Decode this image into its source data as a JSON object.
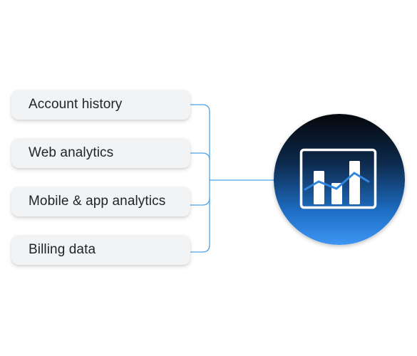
{
  "diagram": {
    "sources": [
      {
        "label": "Account history"
      },
      {
        "label": "Web analytics"
      },
      {
        "label": "Mobile & app analytics"
      },
      {
        "label": "Billing data"
      }
    ],
    "hub": {
      "icon": "bar-chart-icon"
    },
    "colors": {
      "connector": "#4aa3e8",
      "pill_background": "#f1f3f5",
      "hub_top": "#05070a",
      "hub_bottom": "#3e95f2",
      "icon_white": "#ffffff",
      "icon_line": "#2f86e0"
    }
  }
}
